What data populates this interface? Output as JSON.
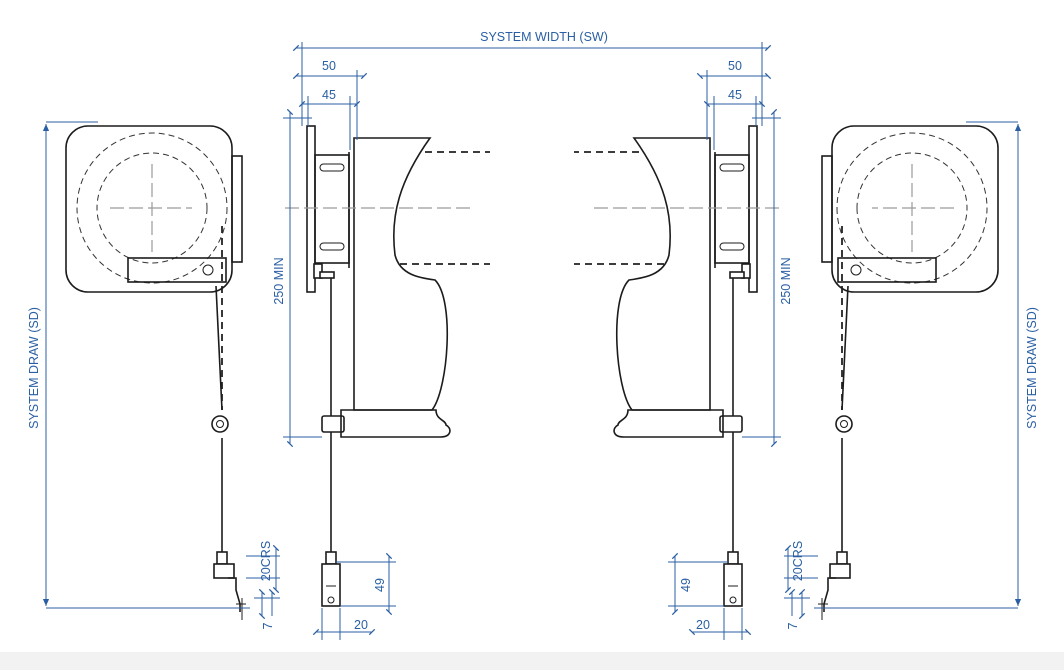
{
  "labels": {
    "system_width": "SYSTEM WIDTH (SW)",
    "system_draw_left": "SYSTEM DRAW (SD)",
    "system_draw_right": "SYSTEM DRAW (SD)",
    "min_left": "250 MIN",
    "min_right": "250 MIN",
    "dim50_left": "50",
    "dim45_left": "45",
    "dim50_right": "50",
    "dim45_right": "45",
    "crs_left": "20CRS",
    "crs_right": "20CRS",
    "dim7_left": "7",
    "dim7_right": "7",
    "dim49_left": "49",
    "dim49_right": "49",
    "dim20_left": "20",
    "dim20_right": "20"
  },
  "colors": {
    "dimension": "#2a5fa3",
    "line": "#1c1c1c",
    "fabric": "#e8e8e8",
    "centerline": "#9a9a9a"
  }
}
